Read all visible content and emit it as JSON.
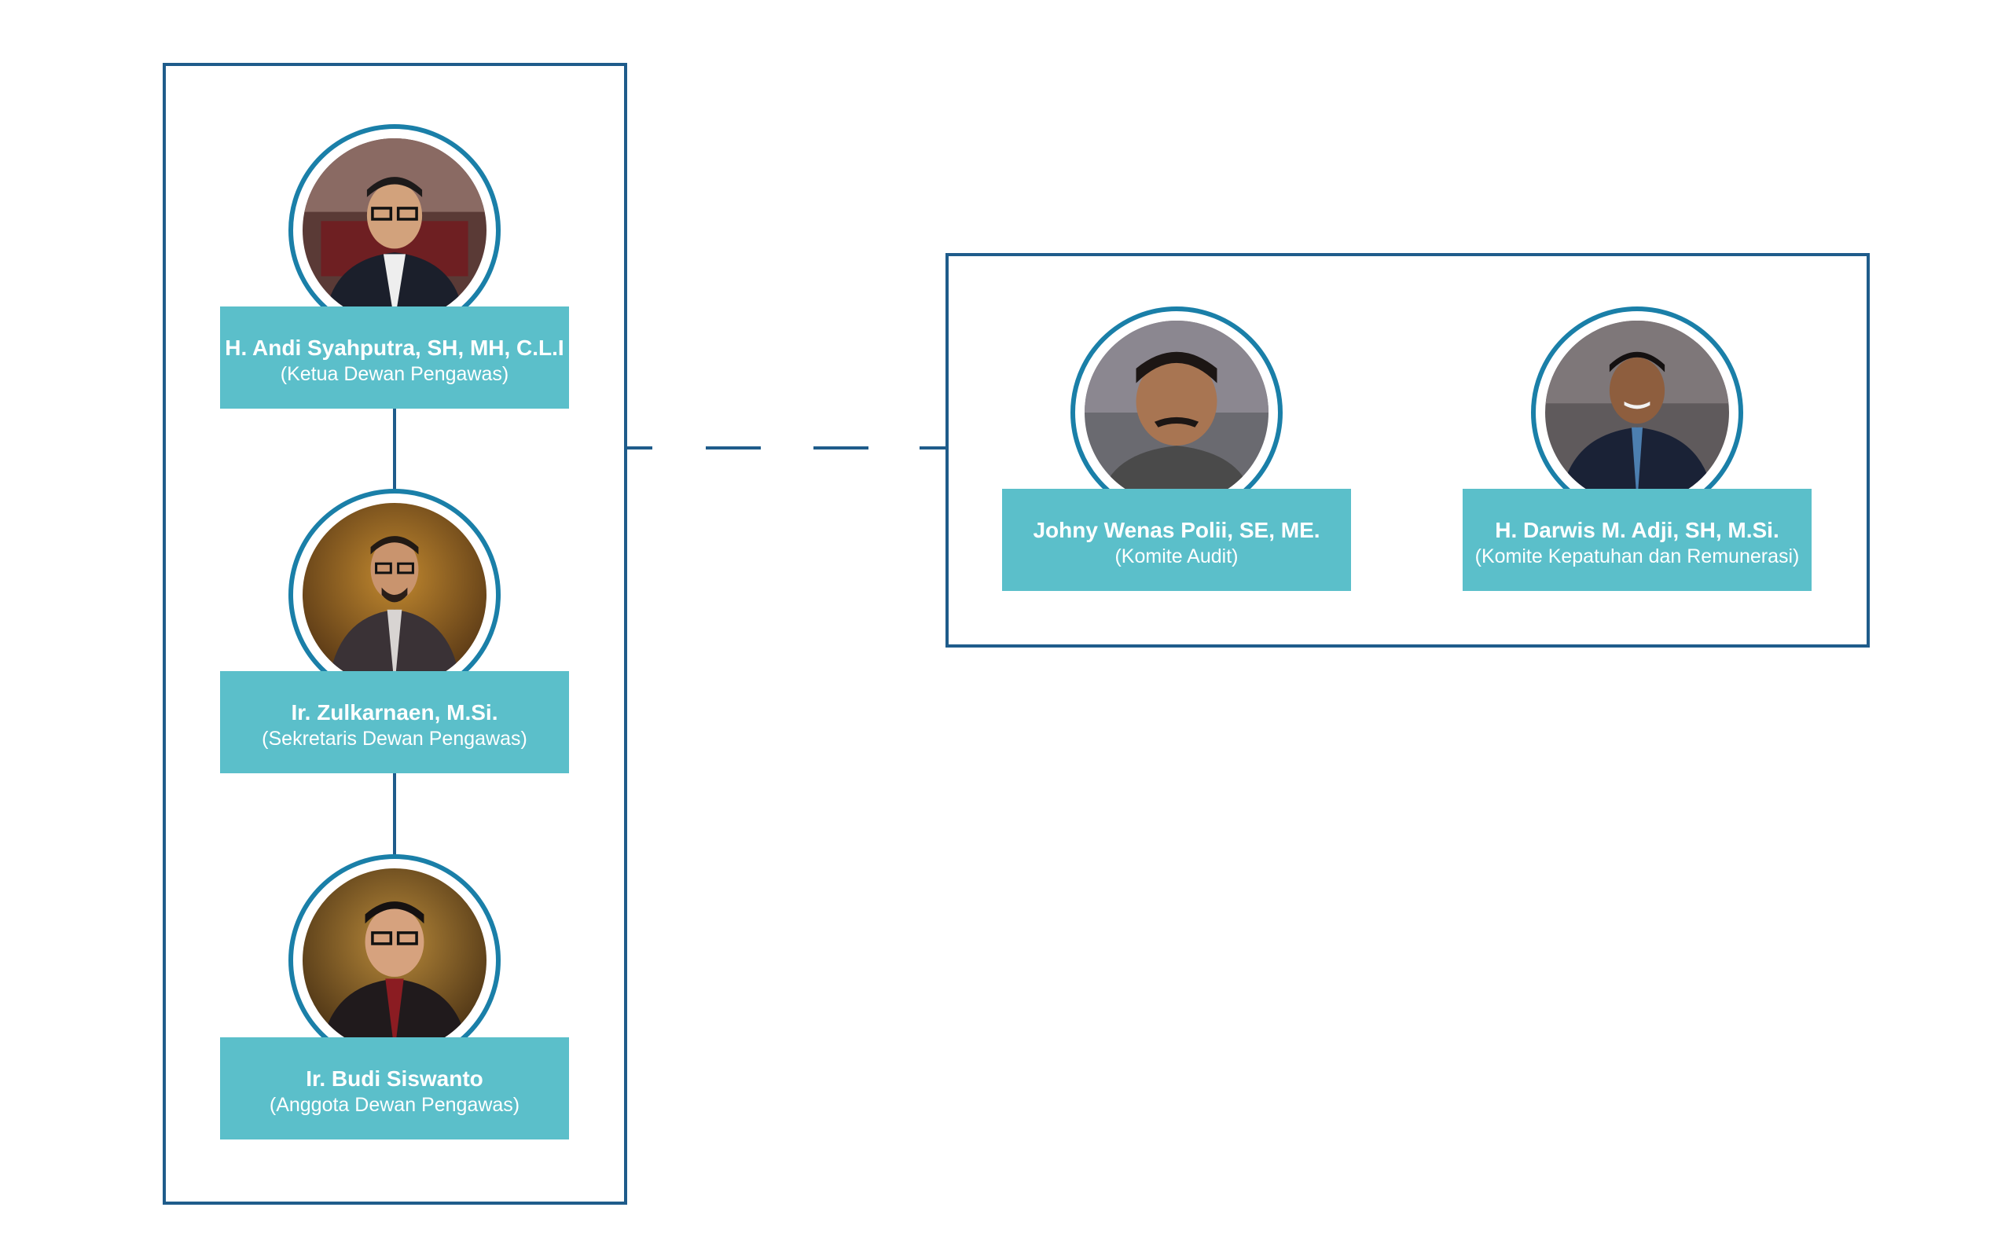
{
  "board": {
    "members": [
      {
        "name": "H. Andi Syahputra, SH, MH, C.L.I",
        "role": "(Ketua Dewan Pengawas)"
      },
      {
        "name": "Ir. Zulkarnaen, M.Si.",
        "role": "(Sekretaris Dewan Pengawas)"
      },
      {
        "name": "Ir. Budi Siswanto",
        "role": "(Anggota Dewan Pengawas)"
      }
    ]
  },
  "committees": {
    "members": [
      {
        "name": "Johny Wenas Polii, SE, ME.",
        "role": "(Komite Audit)"
      },
      {
        "name": "H. Darwis M. Adji, SH, M.Si.",
        "role": "(Komite Kepatuhan dan Remunerasi)"
      }
    ]
  },
  "colors": {
    "frame": "#1f5c8b",
    "ring": "#1a7fa8",
    "label_bg": "#5bbfca",
    "label_text": "#ffffff"
  }
}
